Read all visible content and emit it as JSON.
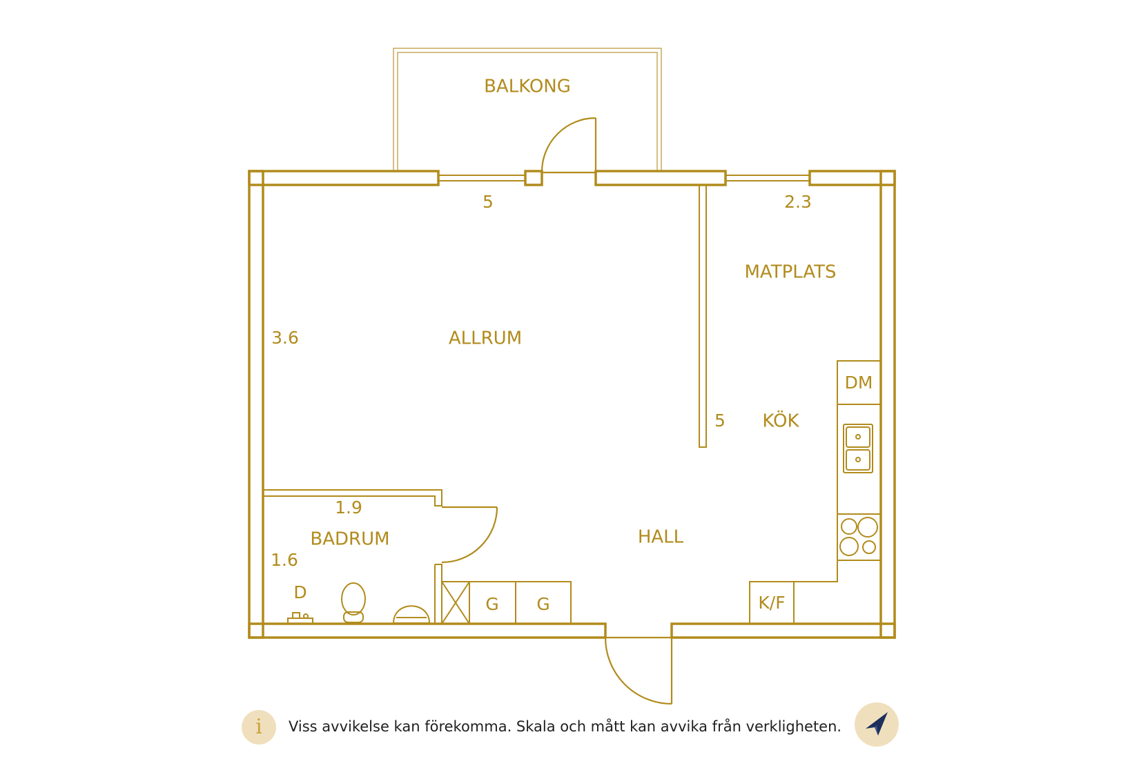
{
  "rooms": {
    "balcony": "BALKONG",
    "living": "ALLRUM",
    "dining": "MATPLATS",
    "kitchen": "KÖK",
    "bathroom": "BADRUM",
    "hall": "HALL"
  },
  "dimensions": {
    "living_width": "5",
    "living_depth": "3.6",
    "dining_width": "2.3",
    "kitchen_length": "5",
    "bathroom_width": "1.9",
    "bathroom_depth": "1.6"
  },
  "fixtures": {
    "dishwasher": "DM",
    "fridge_freezer": "K/F",
    "wardrobe_1": "G",
    "wardrobe_2": "G",
    "washer": "D"
  },
  "notice": {
    "info_icon": "i",
    "text": "Viss avvikelse kan förekomma. Skala och mått kan avvika från verkligheten."
  },
  "icons": {
    "info": "info-icon",
    "compass": "compass-icon"
  },
  "colors": {
    "line": "#b18b1c",
    "badge": "#f0dfbd",
    "compass_needle": "#1e2f5c"
  }
}
